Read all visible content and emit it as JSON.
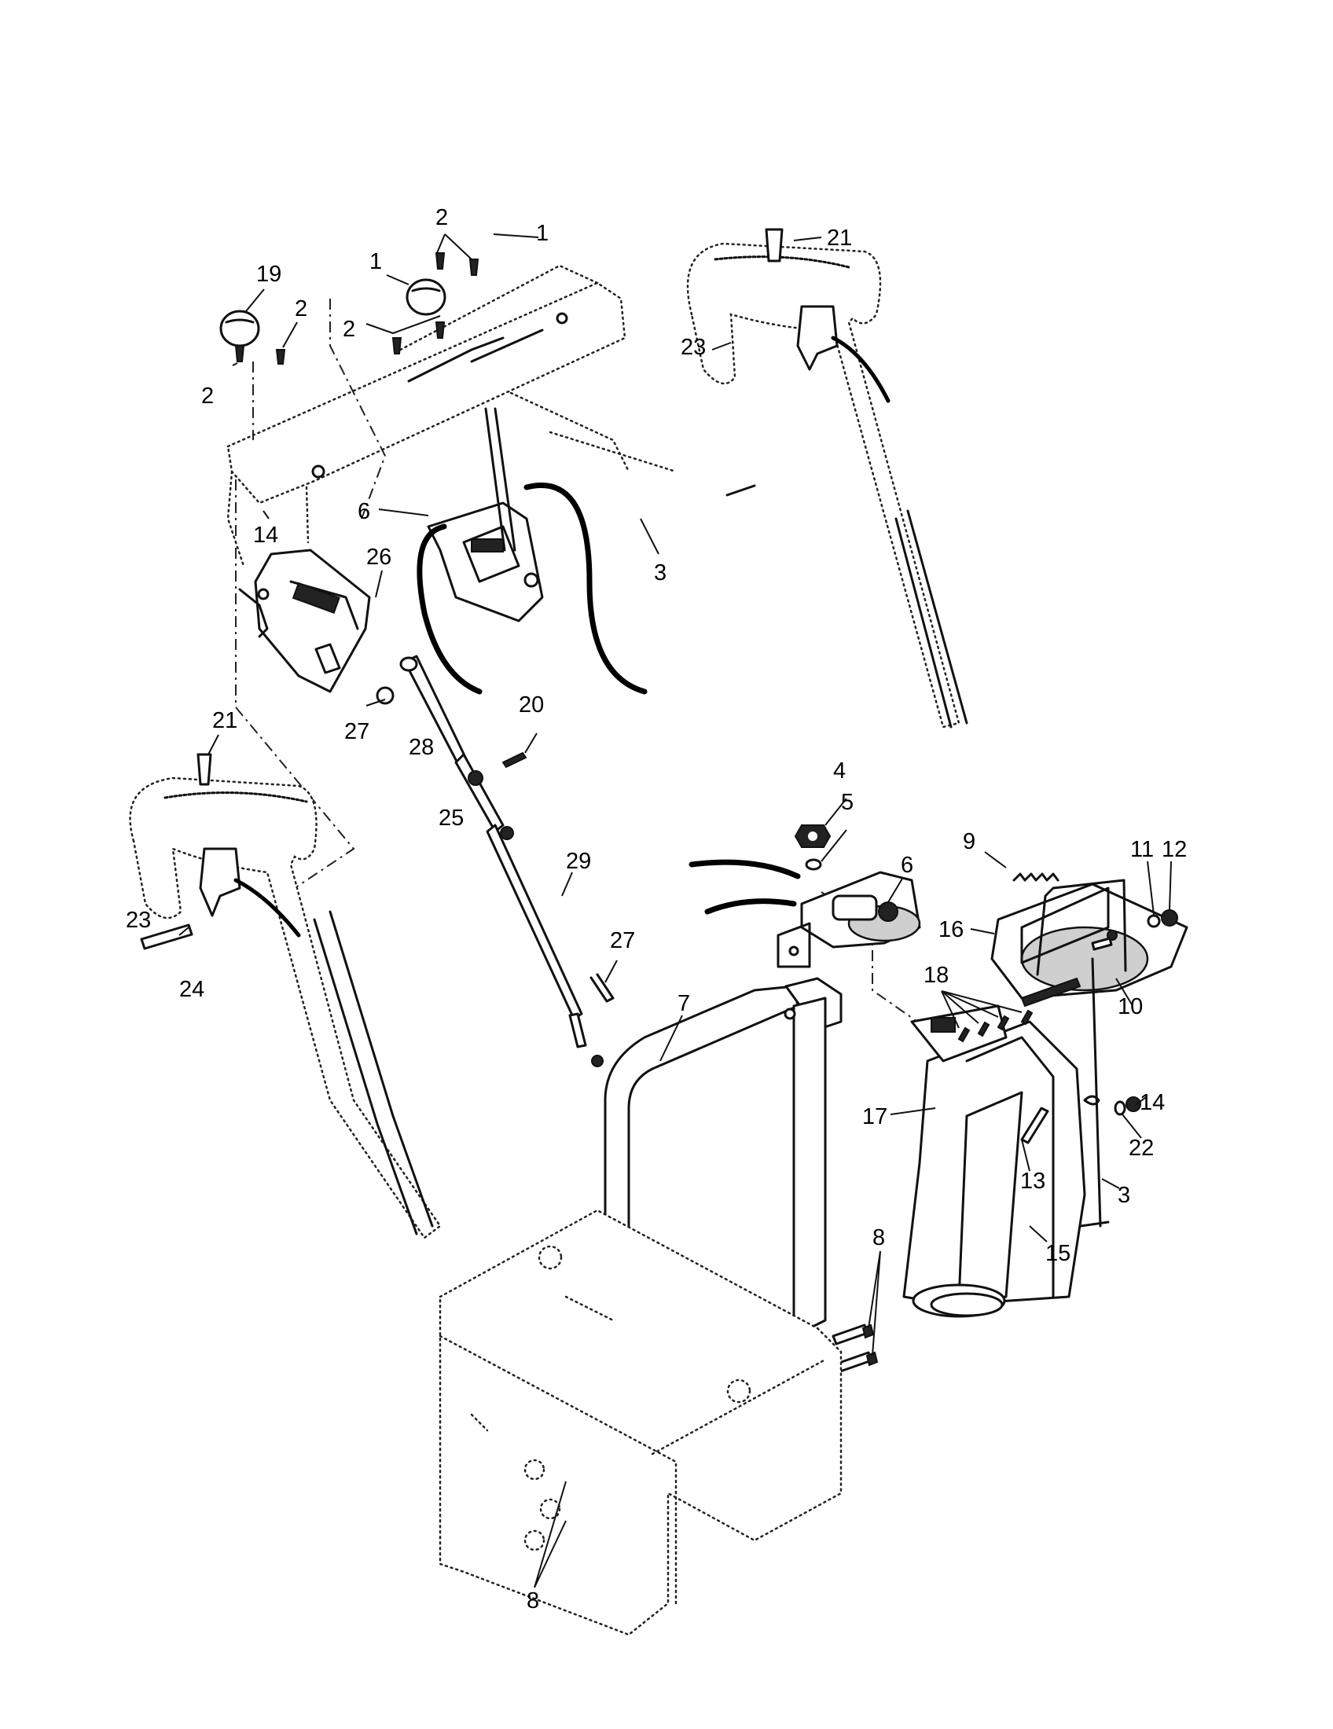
{
  "callouts": [
    {
      "id": "c2-top",
      "text": "2"
    },
    {
      "id": "c1-top",
      "text": "1"
    },
    {
      "id": "c21-top",
      "text": "21"
    },
    {
      "id": "c19",
      "text": "19"
    },
    {
      "id": "c1-knob",
      "text": "1"
    },
    {
      "id": "c2-left-a",
      "text": "2"
    },
    {
      "id": "c2-mid",
      "text": "2"
    },
    {
      "id": "c23-top",
      "text": "23"
    },
    {
      "id": "c2-left-b",
      "text": "2"
    },
    {
      "id": "c6-top",
      "text": "6"
    },
    {
      "id": "c14-left",
      "text": "14"
    },
    {
      "id": "c26",
      "text": "26"
    },
    {
      "id": "c3-top",
      "text": "3"
    },
    {
      "id": "c27-top",
      "text": "27"
    },
    {
      "id": "c21-left",
      "text": "21"
    },
    {
      "id": "c20",
      "text": "20"
    },
    {
      "id": "c28",
      "text": "28"
    },
    {
      "id": "c25",
      "text": "25"
    },
    {
      "id": "c4",
      "text": "4"
    },
    {
      "id": "c5",
      "text": "5"
    },
    {
      "id": "c9",
      "text": "9"
    },
    {
      "id": "c11",
      "text": "11"
    },
    {
      "id": "c12",
      "text": "12"
    },
    {
      "id": "c29",
      "text": "29"
    },
    {
      "id": "c6-bottom",
      "text": "6"
    },
    {
      "id": "c16",
      "text": "16"
    },
    {
      "id": "c23-left",
      "text": "23"
    },
    {
      "id": "c27-bottom",
      "text": "27"
    },
    {
      "id": "c24",
      "text": "24"
    },
    {
      "id": "c7",
      "text": "7"
    },
    {
      "id": "c18",
      "text": "18"
    },
    {
      "id": "c10",
      "text": "10"
    },
    {
      "id": "c17",
      "text": "17"
    },
    {
      "id": "c14-right",
      "text": "14"
    },
    {
      "id": "c22",
      "text": "22"
    },
    {
      "id": "c13",
      "text": "13"
    },
    {
      "id": "c3-right",
      "text": "3"
    },
    {
      "id": "c15",
      "text": "15"
    },
    {
      "id": "c8-right",
      "text": "8"
    },
    {
      "id": "c8-bottom",
      "text": "8"
    }
  ]
}
